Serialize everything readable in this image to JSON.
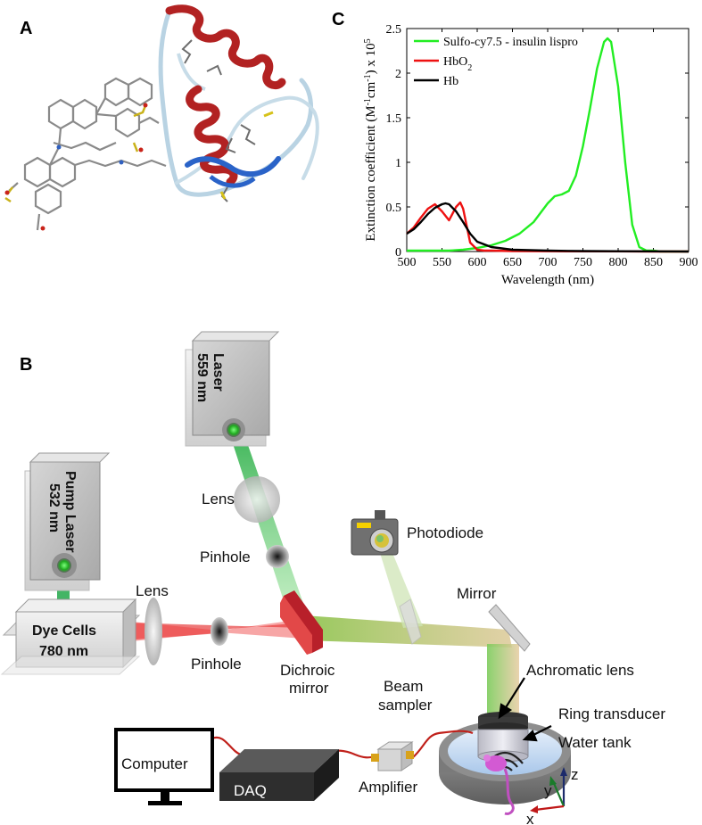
{
  "panels": {
    "a": "A",
    "b": "B",
    "c": "C"
  },
  "chart_data": {
    "type": "line",
    "xlabel": "Wavelength (nm)",
    "ylabel_parts": [
      "Extinction coefficient (M",
      "-1",
      "cm",
      "-1",
      ") x 10",
      "5"
    ],
    "xlim": [
      500,
      900
    ],
    "ylim": [
      0,
      2.5
    ],
    "xticks": [
      "500",
      "550",
      "600",
      "650",
      "700",
      "750",
      "800",
      "850",
      "900"
    ],
    "yticks": [
      "0",
      "0.5",
      "1",
      "1.5",
      "2",
      "2.5"
    ],
    "legend_position": "top-left",
    "series": [
      {
        "name": "Sulfo-cy7.5 - insulin lispro",
        "color": "#22ee22",
        "x": [
          500,
          520,
          540,
          560,
          580,
          600,
          620,
          640,
          660,
          680,
          700,
          710,
          720,
          730,
          740,
          750,
          760,
          770,
          780,
          785,
          790,
          800,
          810,
          820,
          830,
          840,
          850,
          860,
          870,
          880,
          890,
          900
        ],
        "y": [
          0.01,
          0.01,
          0.01,
          0.01,
          0.02,
          0.04,
          0.07,
          0.12,
          0.2,
          0.33,
          0.54,
          0.62,
          0.64,
          0.68,
          0.85,
          1.18,
          1.6,
          2.05,
          2.35,
          2.39,
          2.35,
          1.85,
          1.0,
          0.3,
          0.05,
          0.01,
          0.01,
          0.0,
          0.0,
          0.0,
          0.0,
          0.0
        ]
      },
      {
        "name_parts": [
          "HbO",
          "2"
        ],
        "color": "#ee1111",
        "x": [
          500,
          510,
          520,
          530,
          540,
          550,
          560,
          570,
          576,
          580,
          590,
          600,
          610,
          620,
          650,
          700,
          750,
          800,
          850,
          900
        ],
        "y": [
          0.2,
          0.27,
          0.38,
          0.48,
          0.53,
          0.45,
          0.35,
          0.5,
          0.55,
          0.48,
          0.1,
          0.02,
          0.01,
          0.01,
          0.005,
          0.003,
          0.002,
          0.002,
          0.0,
          0.0
        ]
      },
      {
        "name": "Hb",
        "color": "#000000",
        "x": [
          500,
          510,
          520,
          530,
          540,
          550,
          555,
          560,
          570,
          580,
          590,
          600,
          620,
          650,
          700,
          750,
          800,
          850,
          900
        ],
        "y": [
          0.2,
          0.25,
          0.33,
          0.42,
          0.49,
          0.53,
          0.54,
          0.53,
          0.45,
          0.33,
          0.2,
          0.11,
          0.05,
          0.02,
          0.01,
          0.005,
          0.003,
          0.002,
          0.0
        ]
      }
    ]
  },
  "diagram": {
    "laser_559": [
      "Laser",
      "559 nm"
    ],
    "pump_laser": [
      "Pump Laser",
      "532 nm"
    ],
    "dye_cells": [
      "Dye Cells",
      "780 nm"
    ],
    "lens_top": "Lens",
    "lens_mid": "Lens",
    "pinhole_top": "Pinhole",
    "pinhole_mid": "Pinhole",
    "dichroic": [
      "Dichroic",
      "mirror"
    ],
    "beam_sampler": [
      "Beam",
      "sampler"
    ],
    "photodiode": "Photodiode",
    "mirror": "Mirror",
    "achromatic_lens": "Achromatic lens",
    "ring_transducer": "Ring transducer",
    "water_tank": "Water tank",
    "computer": "Computer",
    "daq": "DAQ",
    "amplifier": "Amplifier",
    "axis_x": "x",
    "axis_y": "y",
    "axis_z": "z"
  }
}
